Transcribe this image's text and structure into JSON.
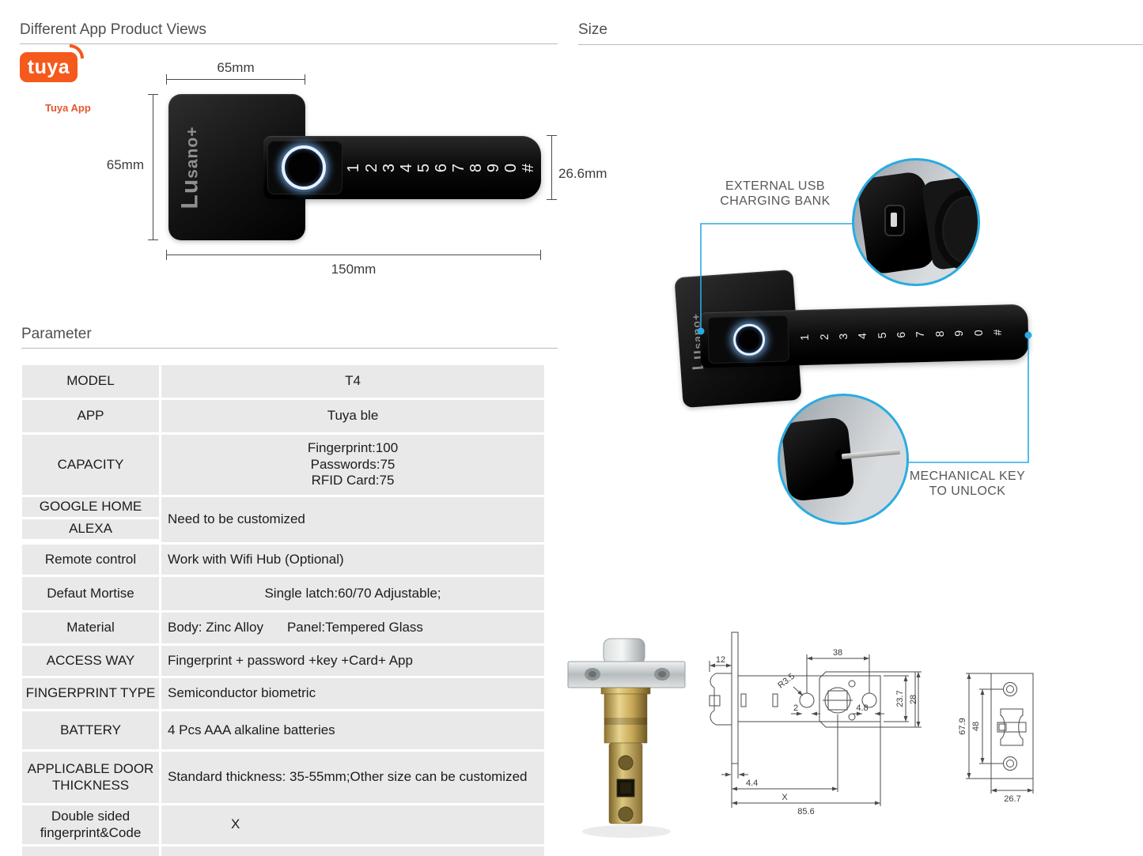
{
  "sections": {
    "views": {
      "title": "Different App Product Views"
    },
    "size": {
      "title": "Size"
    },
    "parameter": {
      "title": "Parameter"
    }
  },
  "tuya": {
    "logo_text": "tuya",
    "app_label": "Tuya App",
    "brand_color": "#f5591c"
  },
  "product": {
    "brand_big": "Lu",
    "brand_rest": "sano+",
    "keypad": [
      "1",
      "2",
      "3",
      "4",
      "5",
      "6",
      "7",
      "8",
      "9",
      "0",
      "#"
    ],
    "dimensions": {
      "width": "65mm",
      "height": "65mm",
      "length": "150mm",
      "thickness": "26.6mm"
    }
  },
  "size_view": {
    "accent_color": "#2aabe2",
    "callouts": {
      "usb": {
        "line1": "EXTERNAL USB",
        "line2": "CHARGING BANK"
      },
      "key": {
        "line1": "MECHANICAL KEY",
        "line2": "TO UNLOCK"
      }
    }
  },
  "parameter_table": {
    "rows": [
      {
        "label": "MODEL",
        "value": "T4"
      },
      {
        "label": "APP",
        "value": "Tuya ble"
      },
      {
        "label": "CAPACITY",
        "value_lines": [
          "Fingerprint:100",
          "Passwords:75",
          "RFID Card:75"
        ]
      },
      {
        "label_top": "GOOGLE HOME",
        "label_bottom": "ALEXA",
        "value": "Need to be customized"
      },
      {
        "label": "Remote control",
        "value": "Work with Wifi Hub (Optional)"
      },
      {
        "label": "Defaut Mortise",
        "value": "Single latch:60/70 Adjustable;"
      },
      {
        "label": "Material",
        "value": "Body: Zinc Alloy",
        "value2": "Panel:Tempered Glass"
      },
      {
        "label": "ACCESS WAY",
        "value": "Fingerprint + password +key +Card+ App"
      },
      {
        "label": "FINGERPRINT TYPE",
        "value": "Semiconductor  biometric"
      },
      {
        "label": "BATTERY",
        "value": "4 Pcs AAA alkaline batteries"
      },
      {
        "label": "APPLICABLE DOOR THICKNESS",
        "value": "Standard thickness: 35-55mm;Other size can be customized"
      },
      {
        "label": "Double sided fingerprint&Code",
        "value": "X"
      }
    ]
  },
  "tech_drawing": {
    "latch": {
      "d_bolt_w": "12",
      "d_hole_span": "38",
      "d_radius": "R3.5",
      "d_small": "2",
      "d_48": "4.8",
      "d_case_h": "23.7",
      "d_plate_h": "28",
      "d_44": "4.4",
      "d_x": "X",
      "d_total": "85.6"
    },
    "strike": {
      "d_h": "67.9",
      "d_holes": "48",
      "d_w": "26.7"
    }
  }
}
